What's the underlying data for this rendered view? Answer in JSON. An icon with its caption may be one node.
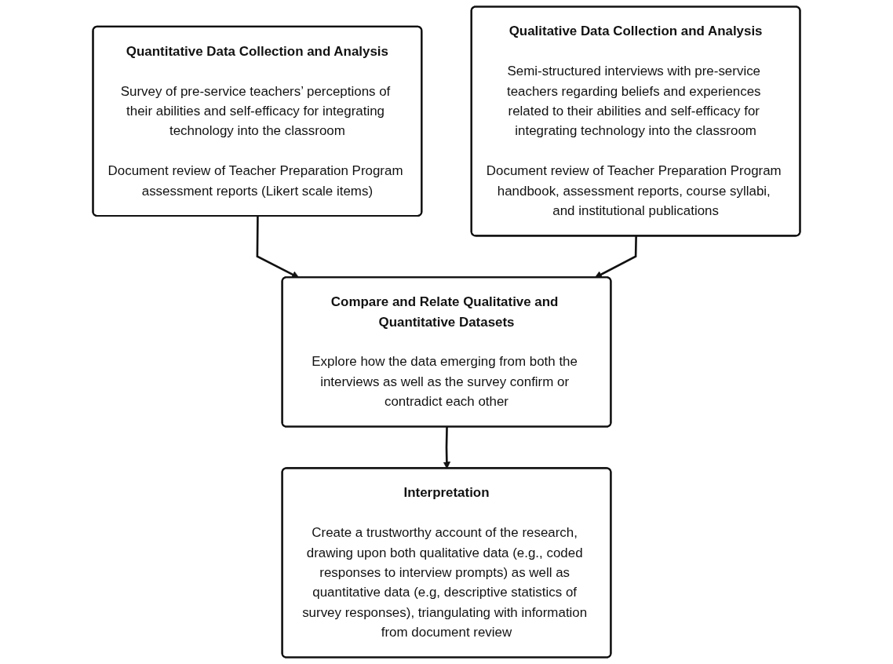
{
  "diagram": {
    "nodes": [
      {
        "text": [
          "Quantitative Data Collection and Analysis",
          "Survey of pre-service teachers’ perceptions of their abilities and self-efficacy for integrating technology into the classroom",
          "Document review of Teacher Preparation Program assessment reports (Likert scale items)"
        ]
      },
      {
        "text": [
          "Qualitative Data Collection and Analysis",
          "Semi-structured interviews with pre-service teachers regarding beliefs and experiences related to their abilities and self-efficacy for integrating technology into the classroom",
          "Document review of Teacher Preparation Program handbook, assessment reports, course syllabi, and institutional publications"
        ]
      },
      {
        "text": [
          "Compare and Relate Qualitative and Quantitative Datasets",
          "Explore how the data emerging from both the interviews as well as the survey confirm or contradict each other"
        ]
      },
      {
        "text": [
          "Interpretation",
          "Create a trustworthy account of the research, drawing upon both qualitative data (e.g., coded responses to interview prompts) as well as quantitative data (e.g, descriptive statistics of survey responses), triangulating with information from document review"
        ]
      }
    ],
    "edges": [
      {
        "from": 0,
        "to": 2,
        "arrow": "to"
      },
      {
        "from": 1,
        "to": 2,
        "arrow": "to"
      },
      {
        "from": 2,
        "to": 3,
        "arrow": "to"
      }
    ]
  }
}
